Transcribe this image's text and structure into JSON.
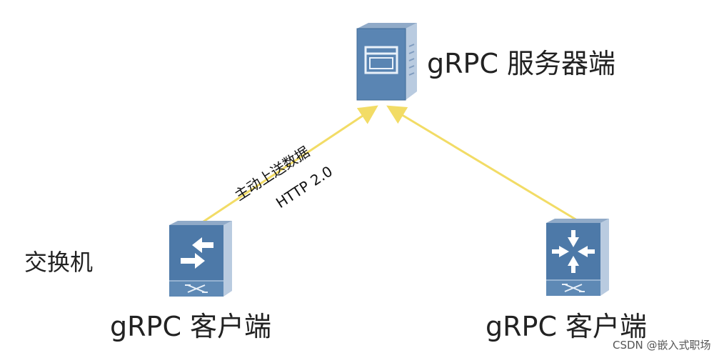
{
  "nodes": {
    "server": {
      "label": "gRPC 服务器端",
      "icon": "server-icon"
    },
    "client_left": {
      "label": "gRPC 客户端",
      "icon": "switch-arrows-icon"
    },
    "client_right": {
      "label": "gRPC 客户端",
      "icon": "switch-cross-icon"
    }
  },
  "side_label": "交换机",
  "edge_labels": {
    "line1": "主动上送数据",
    "line2": "HTTP 2.0"
  },
  "watermark": "CSDN @嵌入式职场",
  "colors": {
    "arrow": "#f2dc66",
    "icon_face": "#4d79a8",
    "icon_face_light": "#6f9bc6",
    "icon_side": "#b9cbe0",
    "icon_top": "#90aac8"
  }
}
